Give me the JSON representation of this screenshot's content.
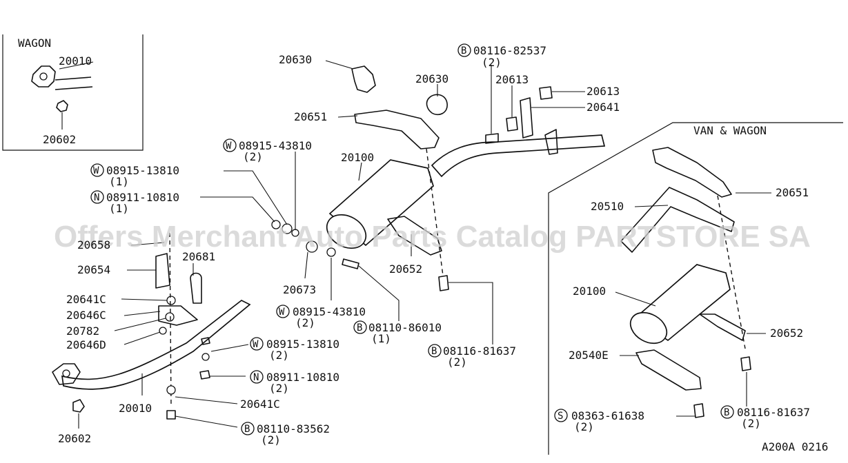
{
  "watermark": "Offers Merchant Auto Parts Catalog PARTSTORE SA",
  "diagram_code": "A200A 0216",
  "sections": {
    "wagon": "WAGON",
    "van_wagon": "VAN & WAGON"
  },
  "labels": {
    "p20010_inset": "20010",
    "p20602_inset": "20602",
    "p20630_a": "20630",
    "p20630_b": "20630",
    "p20651": "20651",
    "p20100": "20100",
    "p20613_a": "20613",
    "p20613_b": "20613",
    "p20641": "20641",
    "w08915_43810_a": "08915-43810",
    "w08915_43810_a_qty": "(2)",
    "w08915_13810_a": "08915-13810",
    "w08915_13810_a_qty": "(1)",
    "n08911_10810_a": "08911-10810",
    "n08911_10810_a_qty": "(1)",
    "p20658": "20658",
    "p20654": "20654",
    "p20681": "20681",
    "p20641C_a": "20641C",
    "p20646C": "20646C",
    "p20782": "20782",
    "p20646D": "20646D",
    "p20673": "20673",
    "p20652": "20652",
    "w08915_43810_b": "08915-43810",
    "w08915_43810_b_qty": "(2)",
    "b08110_86010": "08110-86010",
    "b08110_86010_qty": "(1)",
    "b08116_82537": "08116-82537",
    "b08116_82537_qty": "(2)",
    "b08116_81637_a": "08116-81637",
    "b08116_81637_a_qty": "(2)",
    "w08915_13810_b": "08915-13810",
    "w08915_13810_b_qty": "(2)",
    "n08911_10810_b": "08911-10810",
    "n08911_10810_b_qty": "(2)",
    "p20010": "20010",
    "p20641C_b": "20641C",
    "p20602": "20602",
    "b08110_83562": "08110-83562",
    "b08110_83562_qty": "(2)",
    "r20651": "20651",
    "r20510": "20510",
    "r20100": "20100",
    "r20652": "20652",
    "r20540E": "20540E",
    "s08363_61638": "08363-61638",
    "s08363_61638_qty": "(2)",
    "b08116_81637_b": "08116-81637",
    "b08116_81637_b_qty": "(2)"
  },
  "prefixes": {
    "W": "W",
    "N": "N",
    "B": "B",
    "S": "S"
  }
}
